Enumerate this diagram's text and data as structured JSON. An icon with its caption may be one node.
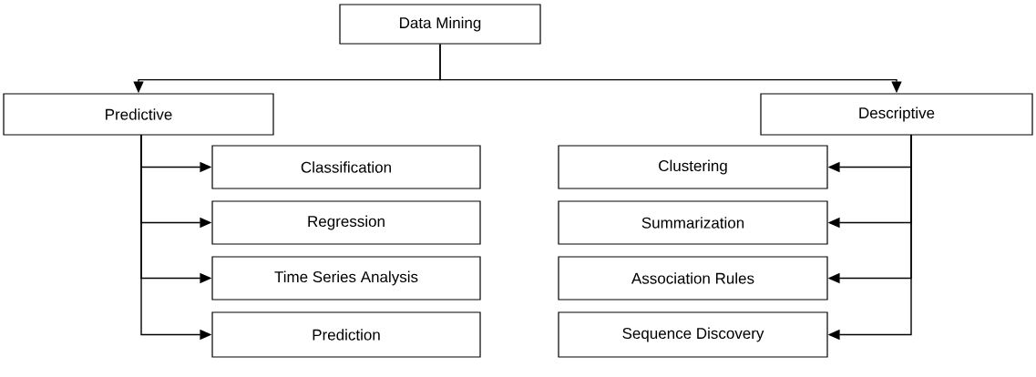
{
  "diagram": {
    "nodes": [
      {
        "text": [
          "Data Mining"
        ]
      },
      {
        "text": [
          "Predictive"
        ]
      },
      {
        "text": [
          "Descriptive"
        ]
      },
      {
        "text": [
          "Classification"
        ]
      },
      {
        "text": [
          "Regression"
        ]
      },
      {
        "text": [
          "Time Series Analysis"
        ]
      },
      {
        "text": [
          "Prediction"
        ]
      },
      {
        "text": [
          "Clustering"
        ]
      },
      {
        "text": [
          "Summarization"
        ]
      },
      {
        "text": [
          "Association Rules"
        ]
      },
      {
        "text": [
          "Sequence Discovery"
        ]
      }
    ],
    "edges": [
      {
        "from": 0,
        "to": 1,
        "arrow": "to"
      },
      {
        "from": 0,
        "to": 2,
        "arrow": "to"
      },
      {
        "from": 1,
        "to": 3,
        "arrow": "to"
      },
      {
        "from": 1,
        "to": 4,
        "arrow": "to"
      },
      {
        "from": 1,
        "to": 5,
        "arrow": "to"
      },
      {
        "from": 1,
        "to": 6,
        "arrow": "to"
      },
      {
        "from": 2,
        "to": 7,
        "arrow": "to"
      },
      {
        "from": 2,
        "to": 8,
        "arrow": "to"
      },
      {
        "from": 2,
        "to": 9,
        "arrow": "to"
      },
      {
        "from": 2,
        "to": 10,
        "arrow": "to"
      }
    ]
  }
}
